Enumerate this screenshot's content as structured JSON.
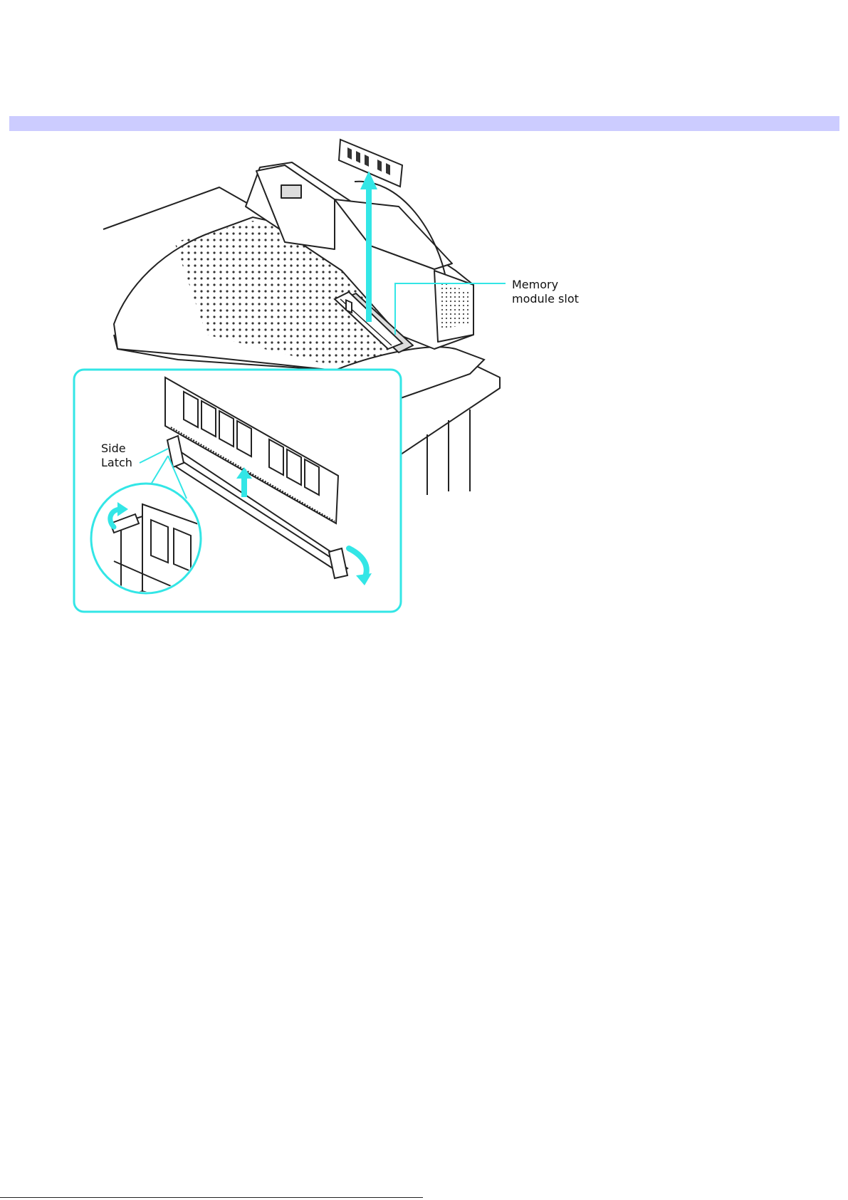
{
  "figure": {
    "callouts": {
      "memory_slot_line1": "Memory",
      "memory_slot_line2": "module slot",
      "side_latch_line1": "Side",
      "side_latch_line2": "Latch"
    },
    "colors": {
      "header_band": "#ccccff",
      "accent_cyan": "#33e6e6",
      "line": "#222222"
    },
    "icons": [
      "up-arrow-icon",
      "rotate-arrow-icon"
    ]
  }
}
